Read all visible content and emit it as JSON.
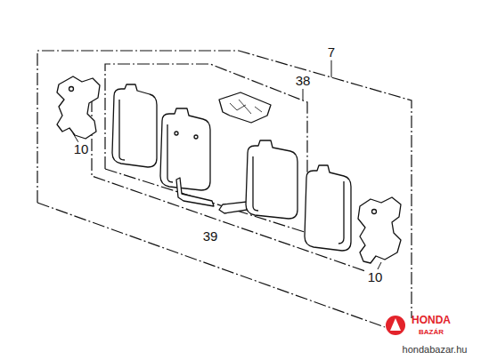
{
  "diagram": {
    "labels": [
      "7",
      "38",
      "10",
      "39",
      "10",
      "HONDA",
      "BAZÁR",
      "hondabazar.hu"
    ]
  }
}
